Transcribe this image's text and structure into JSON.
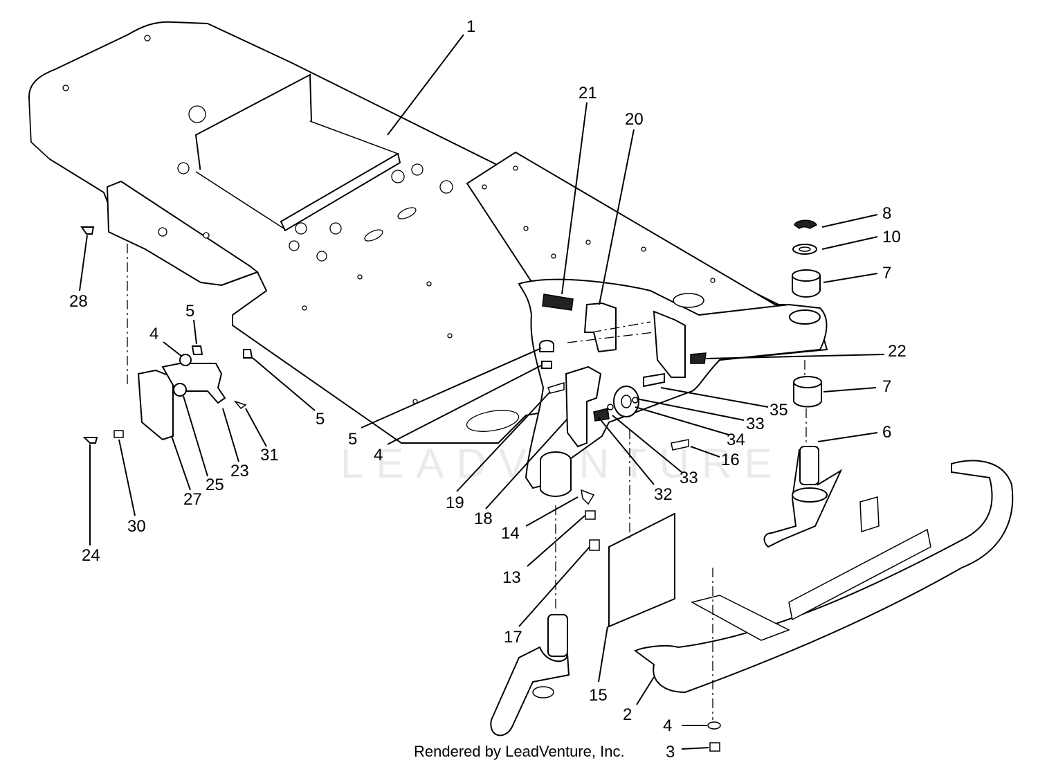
{
  "callouts": {
    "c1": "1",
    "c2": "2",
    "c3": "3",
    "c4a": "4",
    "c4b": "4",
    "c4c": "4",
    "c5a": "5",
    "c5b": "5",
    "c5c": "5",
    "c6": "6",
    "c7a": "7",
    "c7b": "7",
    "c8": "8",
    "c10": "10",
    "c13": "13",
    "c14": "14",
    "c15": "15",
    "c16": "16",
    "c17": "17",
    "c18": "18",
    "c19": "19",
    "c20": "20",
    "c21": "21",
    "c22": "22",
    "c23": "23",
    "c24": "24",
    "c25": "25",
    "c27": "27",
    "c28": "28",
    "c30": "30",
    "c31": "31",
    "c32": "32",
    "c33a": "33",
    "c33b": "33",
    "c34": "34",
    "c35": "35"
  },
  "watermark": "LEADVENTURE",
  "footer": "Rendered by LeadVenture, Inc."
}
